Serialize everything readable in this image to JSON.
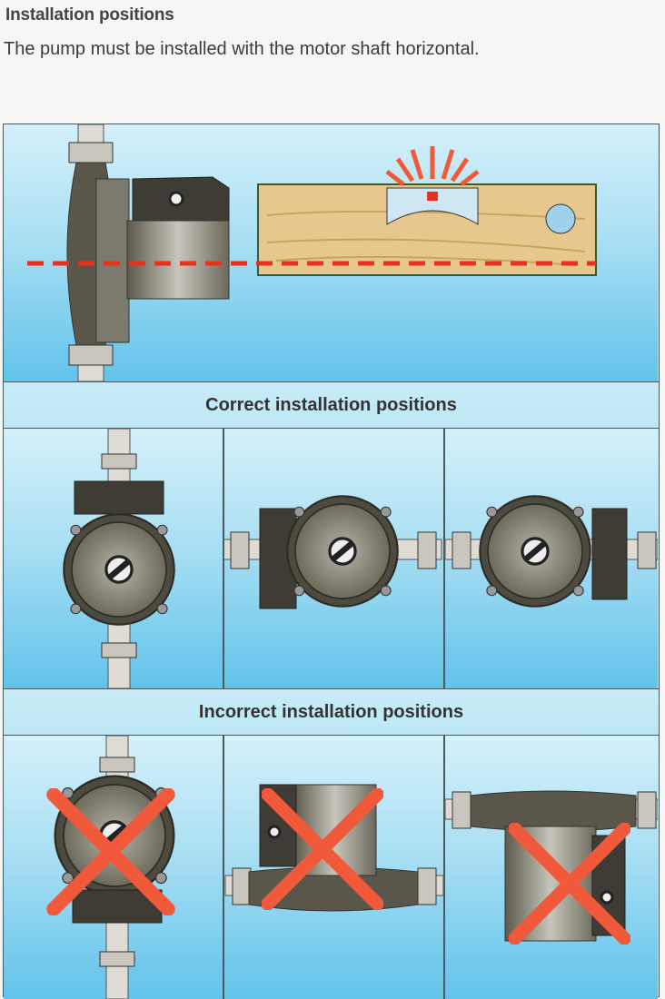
{
  "page": {
    "title": "Installation positions",
    "intro": "The pump must be installed with the motor shaft horizontal."
  },
  "figure": {
    "correct_caption": "Correct installation positions",
    "incorrect_caption": "Incorrect installation positions",
    "colors": {
      "sky_top": "#d4f0fa",
      "sky_bottom": "#62c3ea",
      "cross": "#f05a3a",
      "level_line": "#e8321e",
      "wood": "#e6c88e"
    }
  }
}
